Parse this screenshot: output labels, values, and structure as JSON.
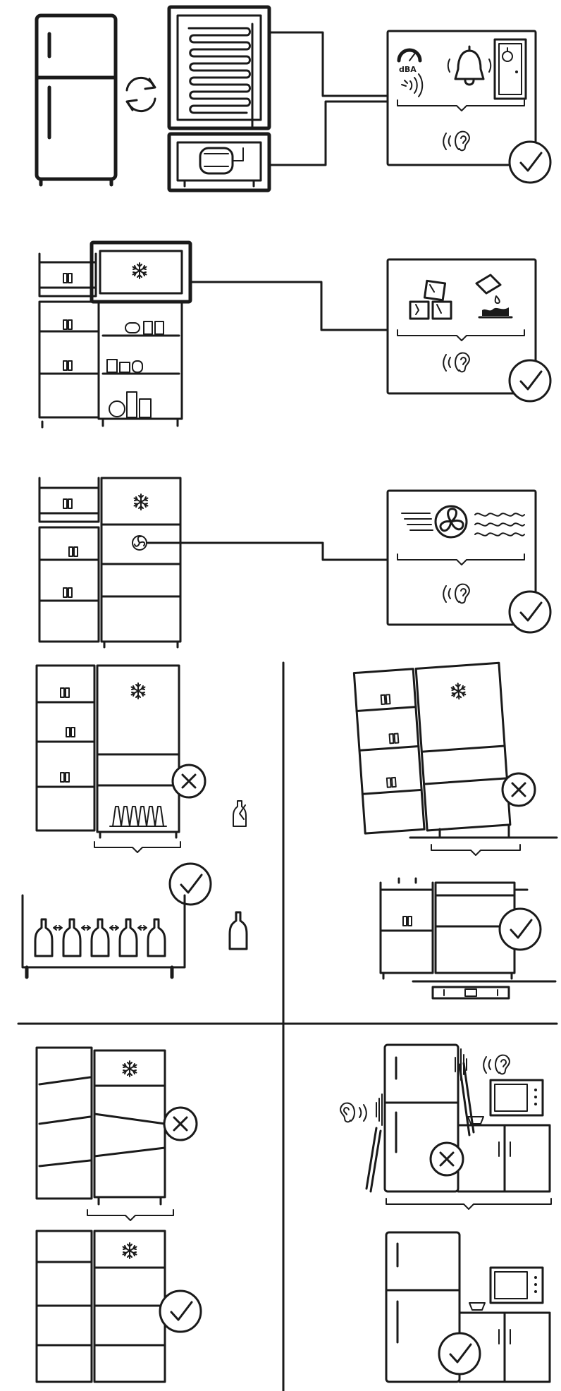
{
  "labels": {
    "noise_unit": "dBA"
  },
  "colors": {
    "ink": "#1a1a1a",
    "background": "#ffffff"
  },
  "panels": [
    {
      "name": "panel-noise-sources",
      "icons": [
        "fridge-icon",
        "refresh-icon",
        "compressor-icon",
        "dba-meter-icon",
        "bell-icon",
        "door-icon",
        "ear-icon",
        "check-icon"
      ]
    },
    {
      "name": "panel-ice-maker",
      "icons": [
        "fridge-open-icon",
        "snowflake-icon",
        "ice-cubes-icon",
        "water-pour-icon",
        "ear-icon",
        "check-icon"
      ]
    },
    {
      "name": "panel-fan",
      "icons": [
        "fridge-open-icon",
        "fan-icon",
        "airflow-icon",
        "ear-icon",
        "check-icon"
      ]
    },
    {
      "name": "panel-bottle-spacing",
      "icons": [
        "fridge-open-icon",
        "bottle-icon",
        "cross-icon",
        "check-icon"
      ]
    },
    {
      "name": "panel-leveling",
      "icons": [
        "fridge-tilted-icon",
        "level-tool-icon",
        "cross-icon",
        "check-icon"
      ]
    },
    {
      "name": "panel-shelf-alignment",
      "icons": [
        "fridge-open-icon",
        "cross-icon",
        "check-icon"
      ]
    },
    {
      "name": "panel-placement",
      "icons": [
        "fridge-icon",
        "microwave-icon",
        "sound-wave-icon",
        "ear-icon",
        "cross-icon",
        "check-icon"
      ]
    }
  ]
}
